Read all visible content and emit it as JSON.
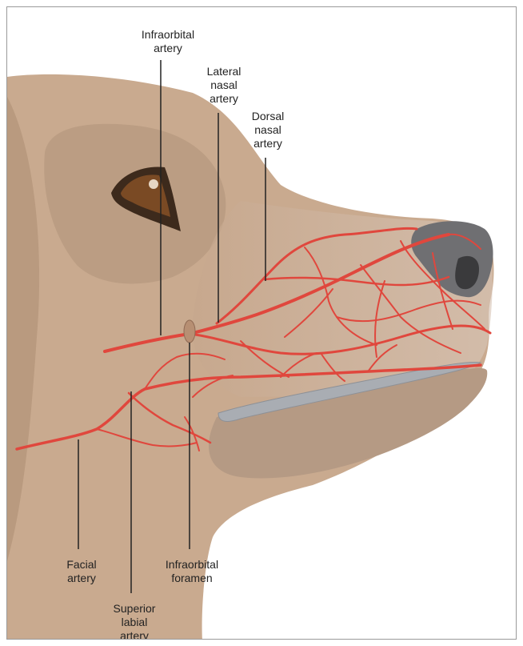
{
  "labels": {
    "infraorbital_artery": [
      "Infraorbital",
      "artery"
    ],
    "lateral_nasal_artery": [
      "Lateral",
      "nasal",
      "artery"
    ],
    "dorsal_nasal_artery": [
      "Dorsal",
      "nasal",
      "artery"
    ],
    "facial_artery": [
      "Facial",
      "artery"
    ],
    "infraorbital_foramen": [
      "Infraorbital",
      "foramen"
    ],
    "superior_labial_artery": [
      "Superior",
      "labial",
      "artery"
    ]
  },
  "colors": {
    "skin": "#c7a98f",
    "skin_shadow": "#b89a80",
    "muzzle_light": "#d4bfae",
    "artery": "#e0473d",
    "nose": "#6f6f72",
    "lip": "#a9adb3",
    "eye": "#7a4a24",
    "leader_line": "#222222"
  }
}
